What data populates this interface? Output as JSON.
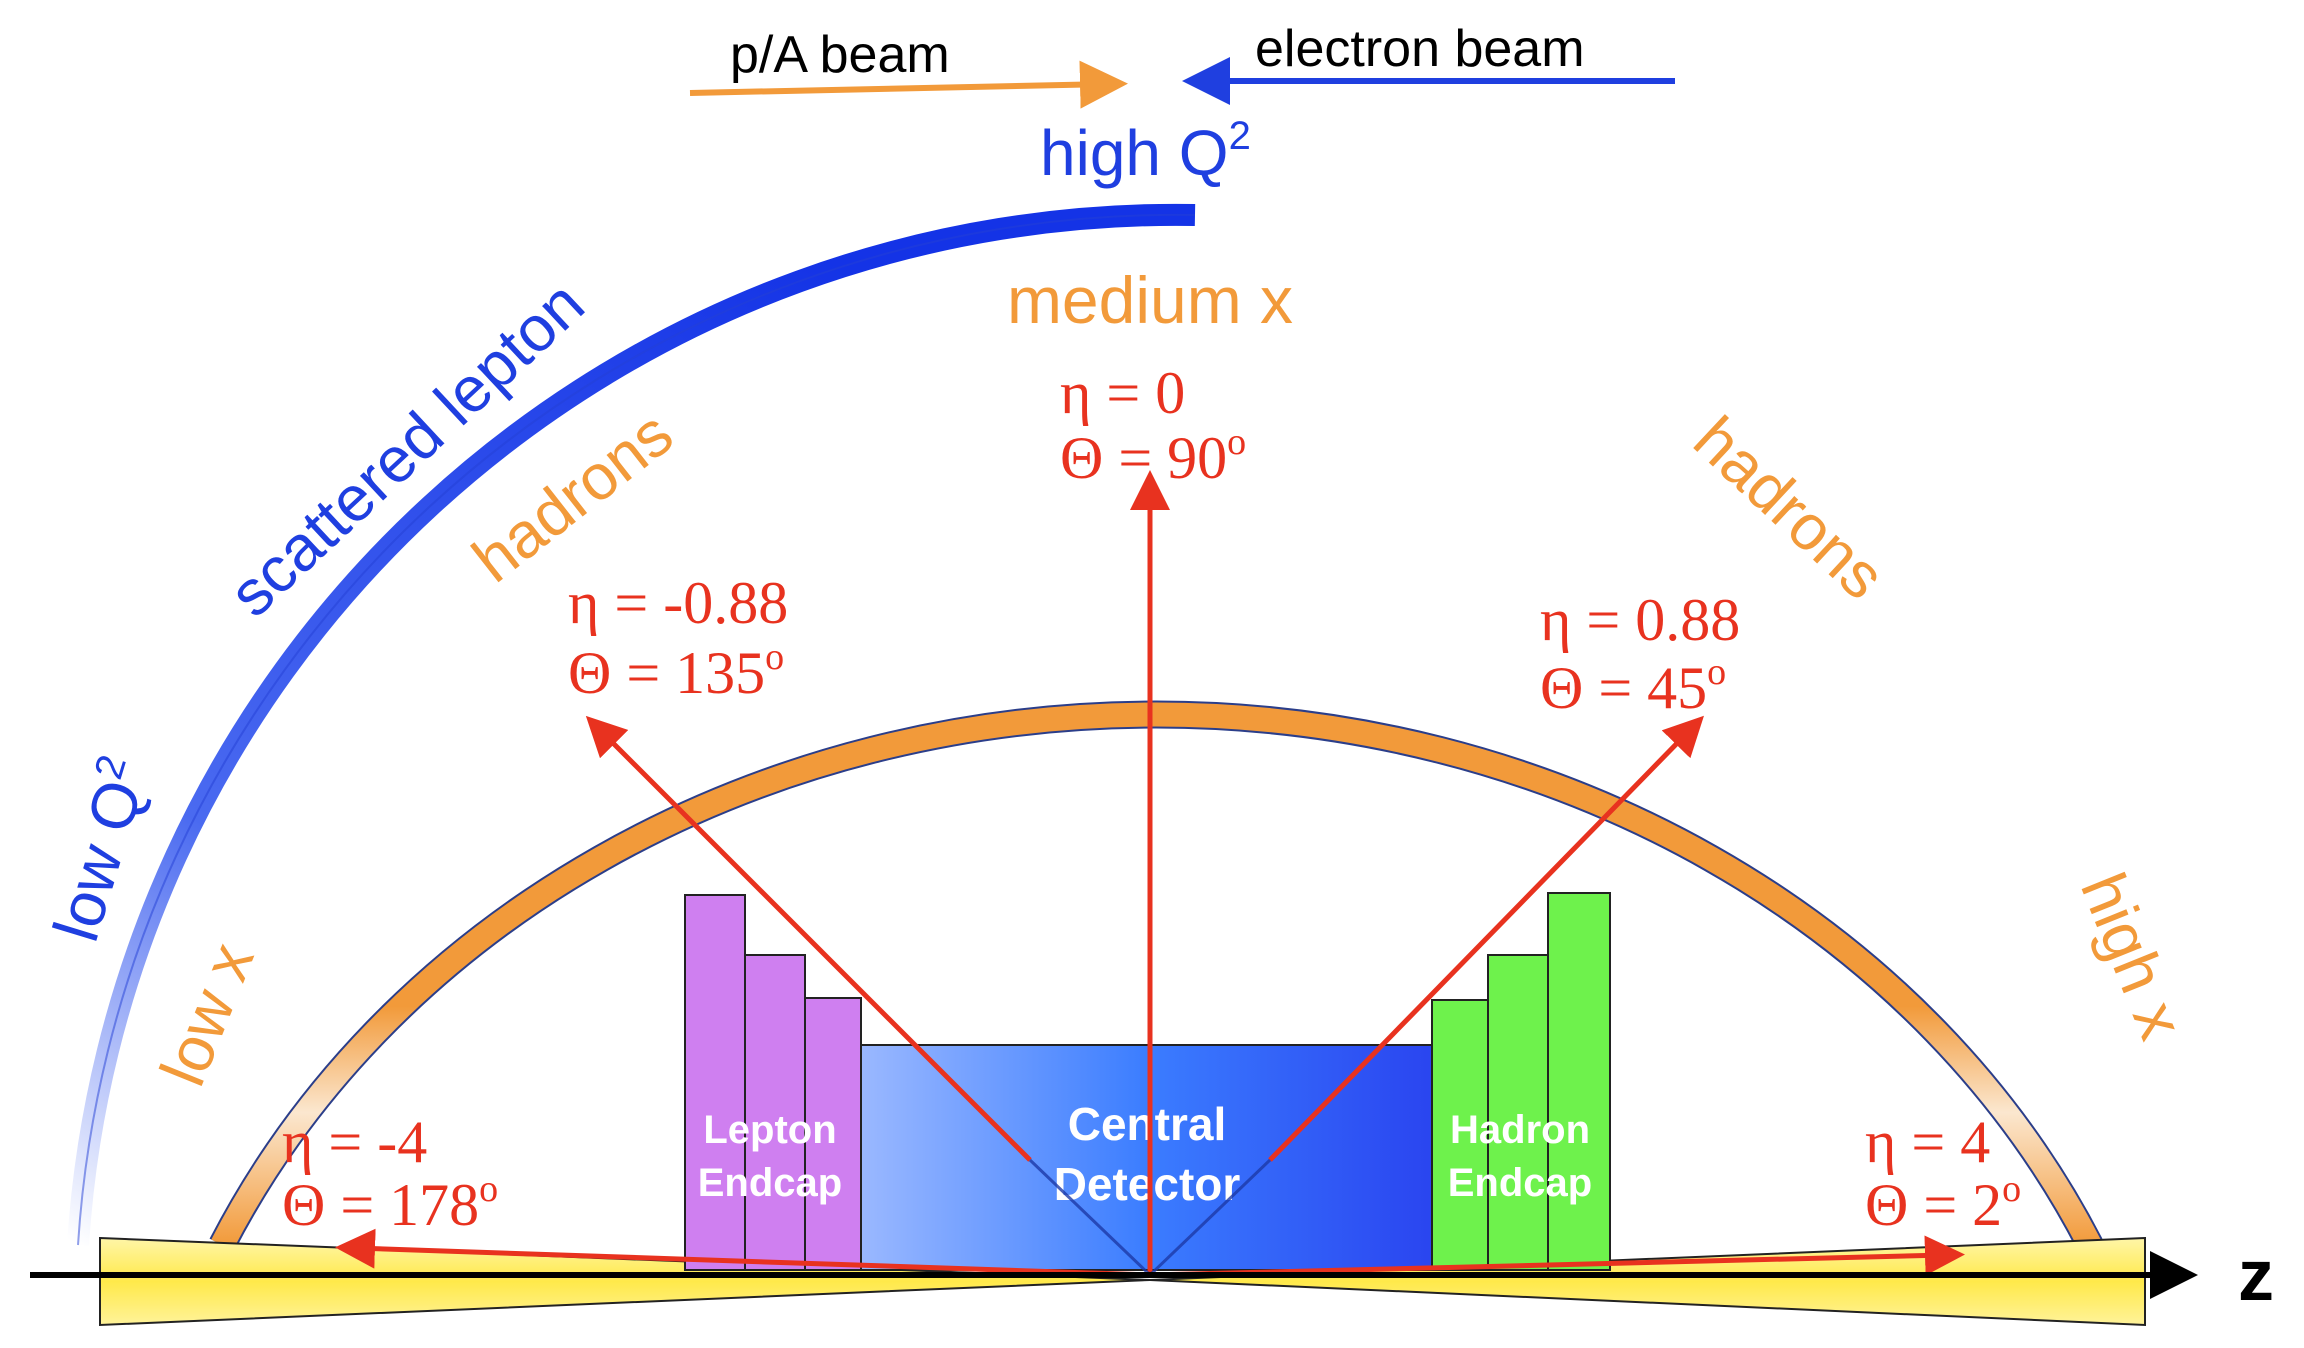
{
  "beams": {
    "pA": "p/A beam",
    "electron": "electron beam"
  },
  "lepton_arc": {
    "high": "high Q",
    "high_sup": "2",
    "middle": "scattered lepton",
    "low": "low Q",
    "low_sup": "2"
  },
  "hadron_arc": {
    "top": "medium x",
    "left_hadrons": "hadrons",
    "right_hadrons": "hadrons",
    "low_x": "low x",
    "high_x": "high x"
  },
  "angles": [
    {
      "eta": "η = 0",
      "theta": "Θ = 90",
      "deg": "o"
    },
    {
      "eta": "η = -0.88",
      "theta": "Θ = 135",
      "deg": "o"
    },
    {
      "eta": "η = 0.88",
      "theta": "Θ = 45",
      "deg": "o"
    },
    {
      "eta": "η = -4",
      "theta": "Θ = 178",
      "deg": "o"
    },
    {
      "eta": "η = 4",
      "theta": "Θ = 2",
      "deg": "o"
    }
  ],
  "detectors": {
    "central_1": "Central",
    "central_2": "Detector",
    "lepton_1": "Lepton",
    "lepton_2": "Endcap",
    "hadron_1": "Hadron",
    "hadron_2": "Endcap"
  },
  "axis": {
    "z": "z"
  },
  "colors": {
    "lepton_blue": "#1f3fe0",
    "hadron_orange": "#f29a3a",
    "arrow_red": "#e8321f",
    "lepton_endcap": "#cf7ff0",
    "hadron_endcap": "#6ef24c",
    "central_blue": "#3b7dff",
    "beampipe_yellow": "#ffef7a"
  }
}
